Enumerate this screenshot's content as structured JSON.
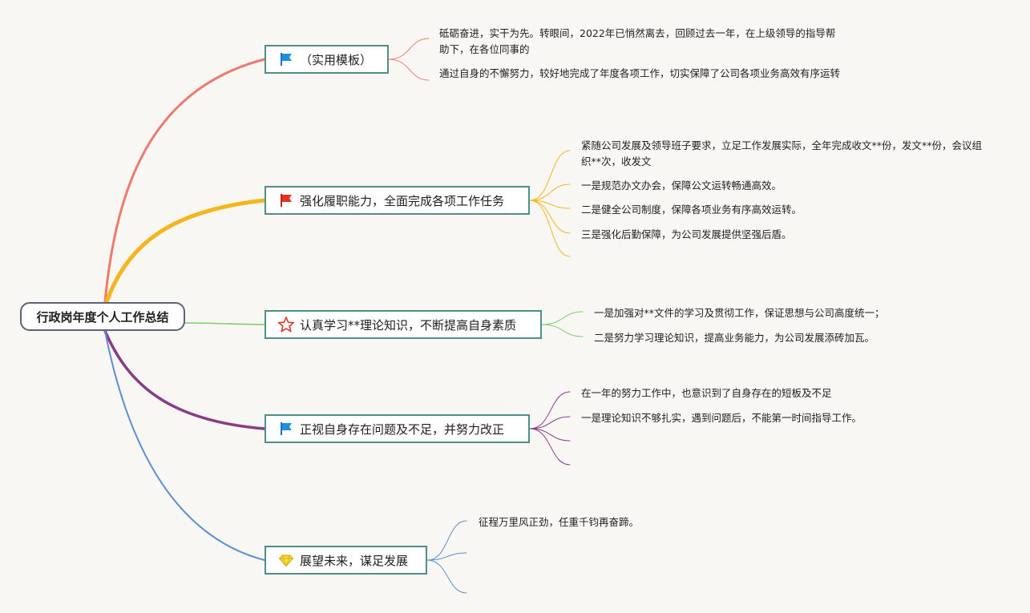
{
  "root": {
    "label": "行政岗年度个人工作总结"
  },
  "branches": [
    {
      "label": "（实用模板）",
      "icon": "blue-flag-icon",
      "color": "#ef7a6b",
      "items": [
        "砥砺奋进，实干为先。转眼间，2022年已悄然离去，回顾过去一年，在上级领导的指导帮助下，在各位同事的",
        "通过自身的不懈努力，较好地完成了年度各项工作，切实保障了公司各项业务高效有序运转"
      ]
    },
    {
      "label": "强化履职能力，全面完成各项工作任务",
      "icon": "red-flag-icon",
      "color": "#f6b51c",
      "items": [
        "紧随公司发展及领导班子要求，立足工作发展实际，全年完成收文**份，发文**份，会议组织**次，收发文",
        "一是规范办文办会，保障公文运转畅通高效。",
        "二是健全公司制度，保障各项业务有序高效运转。",
        "三是强化后勤保障，为公司发展提供坚强后盾。",
        ""
      ]
    },
    {
      "label": "认真学习**理论知识，不断提高自身素质",
      "icon": "star-icon",
      "color": "#7fcf6a",
      "items": [
        "一是加强对**文件的学习及贯彻工作，保证思想与公司高度统一；",
        "二是努力学习理论知识，提高业务能力，为公司发展添砖加瓦。"
      ]
    },
    {
      "label": "正视自身存在问题及不足，并努力改正",
      "icon": "blue-flag-icon",
      "color": "#8a3b87",
      "items": [
        "在一年的努力工作中，也意识到了自身存在的短板及不足",
        "一是理论知识不够扎实，遇到问题后，不能第一时间指导工作。",
        "",
        ""
      ]
    },
    {
      "label": "展望未来，谋足发展",
      "icon": "diamond-icon",
      "color": "#5b8fd4",
      "items": [
        "征程万里风正劲，任重千钧再奋蹄。",
        "",
        ""
      ]
    }
  ]
}
